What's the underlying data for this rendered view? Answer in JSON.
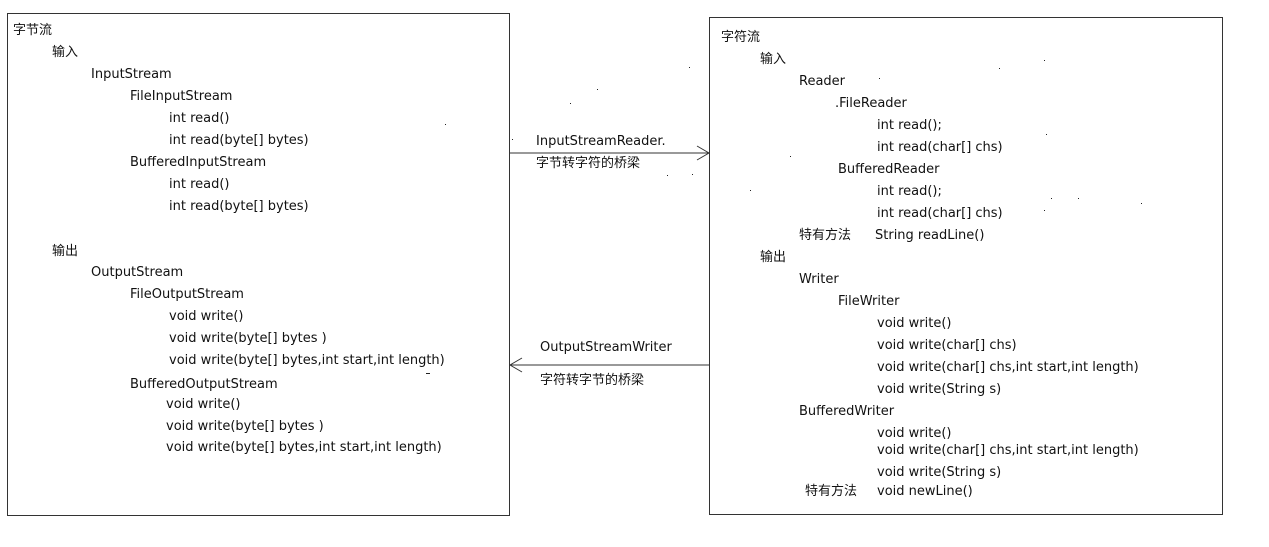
{
  "left_box": {
    "title": "字节流",
    "input_label": "输入",
    "input_stream": "InputStream",
    "file_input_stream": "FileInputStream",
    "fis_methods": [
      "int read()",
      "int read(byte[] bytes)"
    ],
    "buffered_input_stream": "BufferedInputStream",
    "bis_methods": [
      "int read()",
      "int read(byte[] bytes)"
    ],
    "output_label": "输出",
    "output_stream": "OutputStream",
    "file_output_stream": "FileOutputStream",
    "fos_methods": [
      "void write()",
      "void write(byte[] bytes )",
      "void write(byte[] bytes,int start,int length)"
    ],
    "buffered_output_stream": "BufferedOutputStream",
    "bos_methods": [
      "void write()",
      "void write(byte[] bytes )",
      "void write(byte[] bytes,int start,int length)"
    ]
  },
  "right_box": {
    "title": "字符流",
    "input_label": "输入",
    "reader": "Reader",
    "file_reader": ".FileReader",
    "fr_methods": [
      "int read();",
      "int read(char[] chs)"
    ],
    "buffered_reader": "BufferedReader",
    "br_methods": [
      "int read();",
      "int read(char[] chs)"
    ],
    "special_method_label": "特有方法",
    "readline": "String readLine()",
    "output_label": "输出",
    "writer": "Writer",
    "file_writer": "FileWriter",
    "fw_methods": [
      "void write()",
      "void write(char[] chs)",
      "void write(char[] chs,int start,int length)",
      "void write(String s)"
    ],
    "buffered_writer": "BufferedWriter",
    "bw_methods": [
      "void write()",
      "void write(char[] chs,int start,int length)",
      "void write(String s)"
    ],
    "special_method_label2": "特有方法",
    "newline": "void newLine()"
  },
  "bridges": {
    "top_name": "InputStreamReader.",
    "top_desc": "字节转字符的桥梁",
    "bottom_name": "OutputStreamWriter",
    "bottom_desc": "字符转字节的桥梁"
  }
}
